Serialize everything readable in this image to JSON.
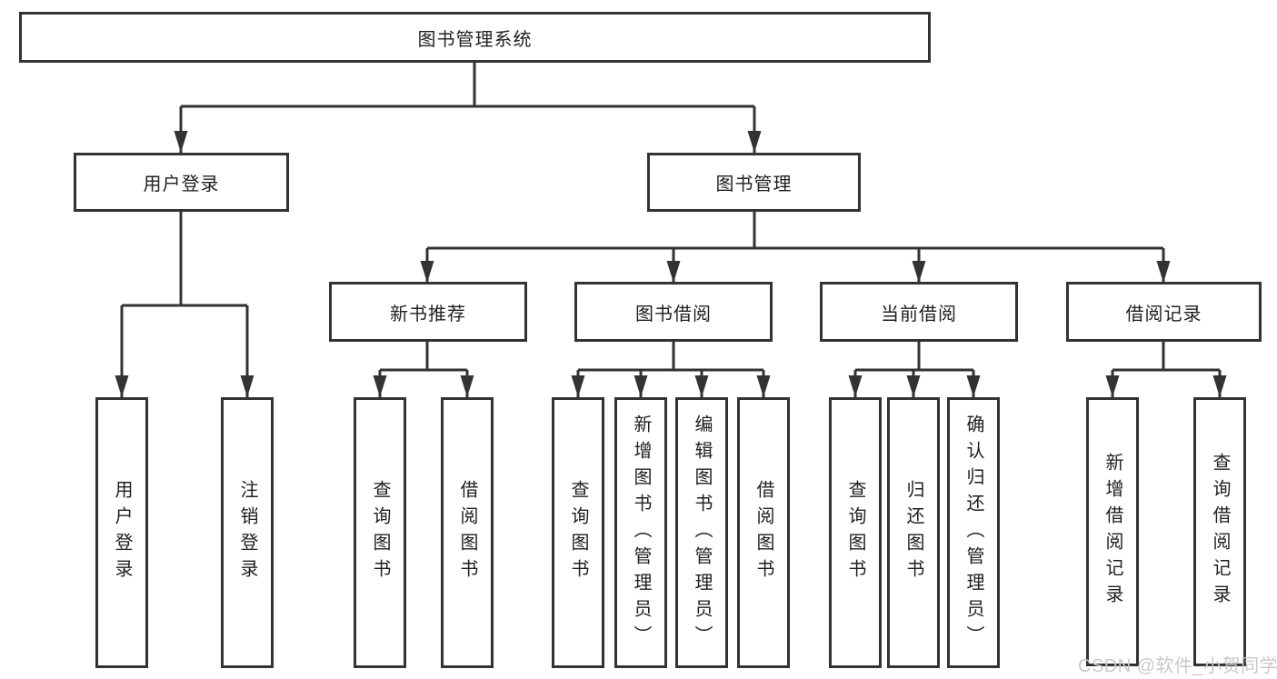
{
  "diagram_title": "图书管理系统",
  "tree": {
    "root": {
      "label": "图书管理系统"
    },
    "login": {
      "label": "用户登录",
      "children": [
        {
          "label": "用户登录"
        },
        {
          "label": "注销登录"
        }
      ]
    },
    "management": {
      "label": "图书管理",
      "recommend": {
        "label": "新书推荐",
        "children": [
          {
            "label": "查询图书"
          },
          {
            "label": "借阅图书"
          }
        ]
      },
      "borrow": {
        "label": "图书借阅",
        "children": [
          {
            "label": "查询图书"
          },
          {
            "label": "新增图书（管理员）"
          },
          {
            "label": "编辑图书（管理员）"
          },
          {
            "label": "借阅图书"
          }
        ]
      },
      "current": {
        "label": "当前借阅",
        "children": [
          {
            "label": "查询图书"
          },
          {
            "label": "归还图书"
          },
          {
            "label": "确认归还（管理员）"
          }
        ]
      },
      "records": {
        "label": "借阅记录",
        "children": [
          {
            "label": "新增借阅记录"
          },
          {
            "label": "查询借阅记录"
          }
        ]
      }
    }
  },
  "watermark": {
    "text": "CSDN @软件_小贺同学"
  },
  "colors": {
    "line": "#333333",
    "box_border": "#333333",
    "box_fill": "#ffffff",
    "text": "#1f1f1f",
    "background": "#ffffff",
    "watermark": "#c9c9c9"
  }
}
